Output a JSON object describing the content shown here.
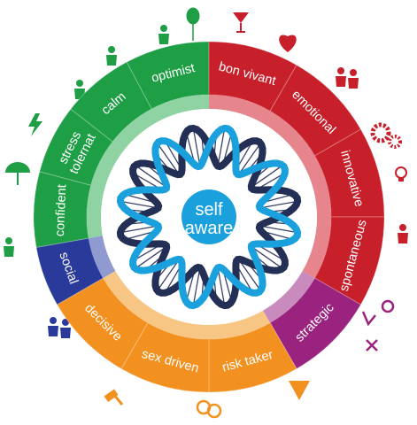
{
  "center": {
    "line1": "self",
    "line2": "aware"
  },
  "colors": {
    "green": "#1e9e45",
    "red": "#c8202b",
    "purple": "#9b2380",
    "orange": "#f39120",
    "blue": "#2a3a9a",
    "center_blue": "#1aa0dc",
    "dna_blue": "#1aa0dc",
    "dna_dark": "#232f55"
  },
  "segments": [
    {
      "id": "optimist",
      "label": "optimist",
      "group": "green"
    },
    {
      "id": "bon-vivant",
      "label": "bon vivant",
      "group": "red"
    },
    {
      "id": "emotional",
      "label": "emotional",
      "group": "red"
    },
    {
      "id": "innovative",
      "label": "innovative",
      "group": "red"
    },
    {
      "id": "spontaneous",
      "label": "spontaneous",
      "group": "red"
    },
    {
      "id": "strategic",
      "label": "strategic",
      "group": "purple"
    },
    {
      "id": "risk-taker",
      "label": "risk taker",
      "group": "orange"
    },
    {
      "id": "sex-driven",
      "label": "sex driven",
      "group": "orange"
    },
    {
      "id": "decisive",
      "label": "decisive",
      "group": "orange"
    },
    {
      "id": "social",
      "label": "social",
      "group": "blue"
    },
    {
      "id": "confident",
      "label": "confident",
      "group": "green"
    },
    {
      "id": "stress-tolerant",
      "label": "stress tolernat",
      "group": "green"
    },
    {
      "id": "calm",
      "label": "calm",
      "group": "green"
    }
  ],
  "icons": [
    {
      "name": "balloon-icon",
      "group": "green"
    },
    {
      "name": "thumbs-up-icon",
      "group": "green"
    },
    {
      "name": "meditating-person-icon",
      "group": "green"
    },
    {
      "name": "relaxed-person-icon",
      "group": "green"
    },
    {
      "name": "lightning-icon",
      "group": "green"
    },
    {
      "name": "umbrella-icon",
      "group": "green"
    },
    {
      "name": "confident-person-icon",
      "group": "green"
    },
    {
      "name": "cocktail-glass-icon",
      "group": "red"
    },
    {
      "name": "heart-icon",
      "group": "red"
    },
    {
      "name": "couple-icon",
      "group": "red"
    },
    {
      "name": "gears-icon",
      "group": "red"
    },
    {
      "name": "light-bulb-icon",
      "group": "red"
    },
    {
      "name": "jumping-person-icon",
      "group": "red"
    },
    {
      "name": "strategy-symbols-icon",
      "group": "purple"
    },
    {
      "name": "warning-sign-icon",
      "group": "orange"
    },
    {
      "name": "gender-symbols-icon",
      "group": "orange"
    },
    {
      "name": "gavel-icon",
      "group": "orange"
    },
    {
      "name": "social-people-icon",
      "group": "blue"
    }
  ]
}
